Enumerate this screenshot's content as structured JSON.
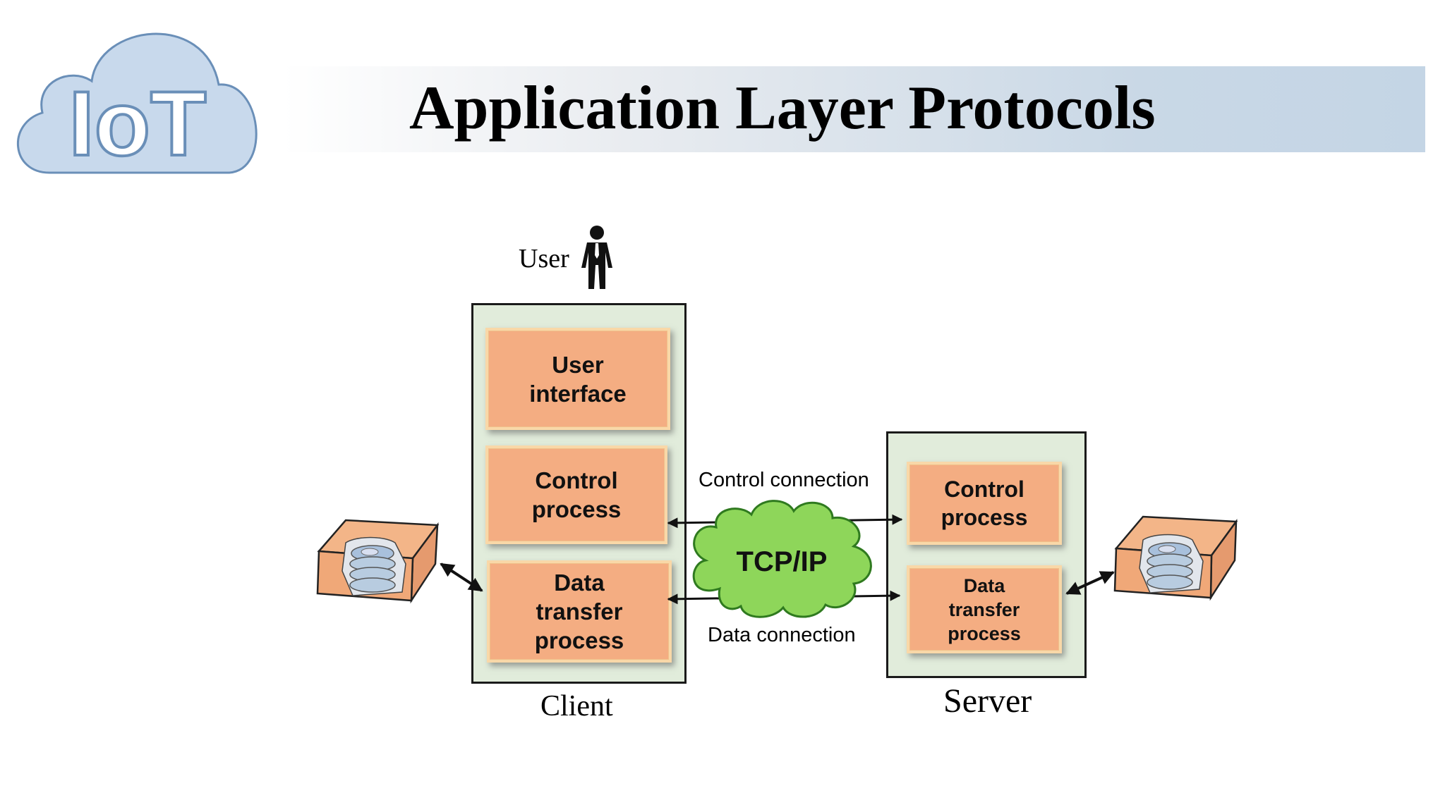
{
  "logo": {
    "text": "IoT"
  },
  "title": "Application Layer Protocols",
  "user_label": "User",
  "client": {
    "label": "Client",
    "boxes": [
      "User\ninterface",
      "Control\nprocess",
      "Data\ntransfer\nprocess"
    ]
  },
  "server": {
    "label": "Server",
    "boxes": [
      "Control\nprocess",
      "Data\ntransfer\nprocess"
    ]
  },
  "network": {
    "cloud_label": "TCP/IP",
    "control_connection": "Control connection",
    "data_connection": "Data connection"
  },
  "colors": {
    "process_box": "#f4ad82",
    "panel": "#e1ecdb",
    "cloud": "#8ed65a",
    "logo_cloud": "#c8d9ec"
  }
}
